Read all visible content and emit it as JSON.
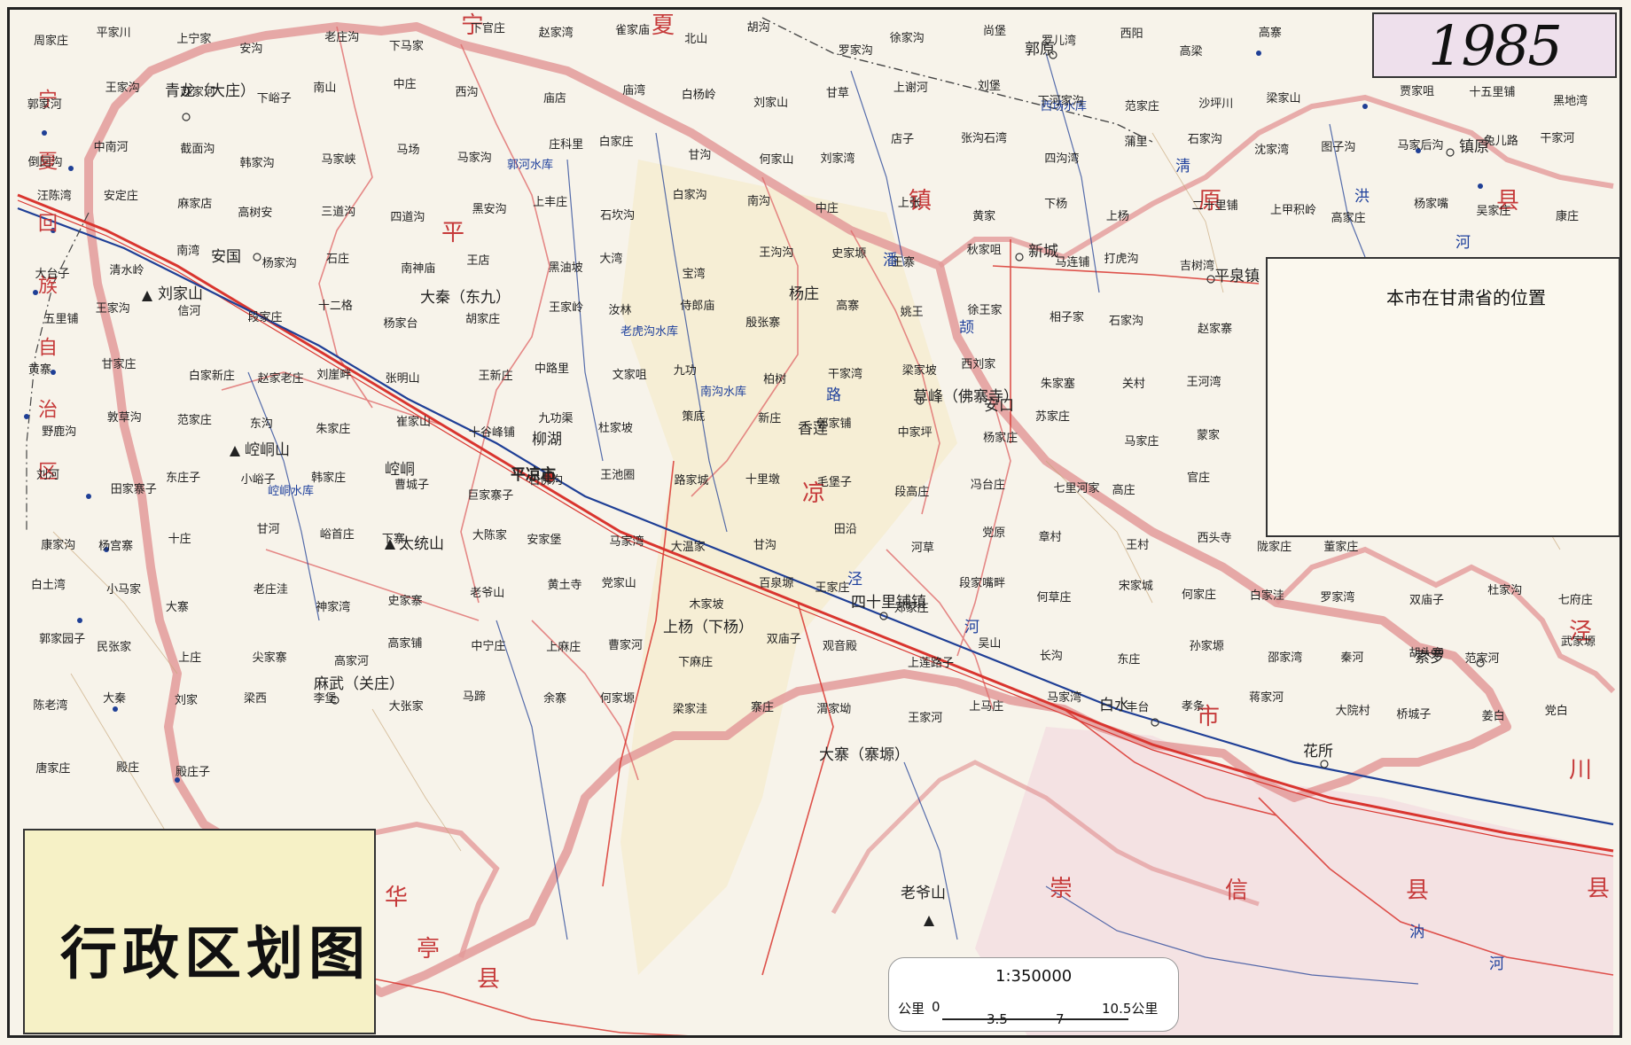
{
  "year": "1985",
  "title": "行政区划图",
  "inset": {
    "title": "本市在甘肃省的位置"
  },
  "scale": {
    "ratio": "1:350000",
    "unit_left": "公里",
    "ticks": [
      "0",
      "3.5",
      "7",
      "10.5公里"
    ]
  },
  "colors": {
    "boundary": "#e39a9a",
    "road": "#d9352f",
    "river": "#1f3f96",
    "county_line": "#7a4b8a",
    "region_label": "#c63a3a",
    "year_box": "#eee0ec",
    "title_box": "#f6f1c6"
  },
  "admin_labels": {
    "neighbors": [
      "宁",
      "夏",
      "镇",
      "原",
      "县",
      "泾",
      "川",
      "县",
      "华",
      "亭",
      "县",
      "崇",
      "信",
      "县"
    ],
    "city": [
      "平",
      "凉",
      "市"
    ],
    "left_strip": "宁夏回族自治区"
  },
  "places": {
    "city": "平凉市",
    "towns": [
      "青龙（大庄）",
      "安国",
      "麻武（关庄）",
      "柳湖",
      "草峰（佛寨寺）",
      "四十里铺镇",
      "白水",
      "花所",
      "上杨（下杨）",
      "大寨（寨塬）",
      "索罗",
      "新城",
      "郭原",
      "镇原",
      "平泉镇",
      "崆峒",
      "安口",
      "大秦（东九）",
      "香莲",
      "杨庄"
    ],
    "villages": [
      "周家庄",
      "平家川",
      "上宁家",
      "安沟",
      "老庄沟",
      "下马家",
      "下官庄",
      "赵家湾",
      "雀家庙",
      "北山",
      "胡沟",
      "罗家沟",
      "徐家沟",
      "尚堡",
      "罗儿湾",
      "西阳",
      "高梁",
      "高寨",
      "郭家河",
      "王家沟",
      "赵家河",
      "下峪子",
      "南山",
      "中庄",
      "西沟",
      "庙店",
      "庙湾",
      "白杨岭",
      "刘家山",
      "甘草",
      "上谢河",
      "刘堡",
      "下河家沟",
      "范家庄",
      "沙坪川",
      "梁家山",
      "贾家咀",
      "十五里铺",
      "黑地湾",
      "倒回沟",
      "中南河",
      "截面沟",
      "韩家沟",
      "马家峡",
      "马场",
      "马家沟",
      "庄科里",
      "白家庄",
      "甘沟",
      "何家山",
      "刘家湾",
      "店子",
      "张沟石湾",
      "四沟湾",
      "蒲里",
      "石家沟",
      "沈家湾",
      "图子沟",
      "马家后沟",
      "兔儿路",
      "干家河",
      "汪陈湾",
      "安定庄",
      "麻家店",
      "高树安",
      "三道沟",
      "四道沟",
      "黑安沟",
      "上丰庄",
      "石坎沟",
      "白家沟",
      "南沟",
      "中庄",
      "上张",
      "黄家",
      "下杨",
      "上杨",
      "二十里铺",
      "上甲积岭",
      "高家庄",
      "杨家嘴",
      "吴家庄",
      "康庄",
      "大台子",
      "清水岭",
      "南湾",
      "杨家沟",
      "石庄",
      "南神庙",
      "王店",
      "黑油坡",
      "大湾",
      "宝湾",
      "王沟沟",
      "史家塬",
      "王寨",
      "秋家咀",
      "马连铺",
      "打虎沟",
      "吉树湾",
      "五里铺",
      "王家沟",
      "信河",
      "段家庄",
      "十二格",
      "杨家台",
      "胡家庄",
      "王家岭",
      "汝林",
      "侍郎庙",
      "殷张寨",
      "高寨",
      "姚王",
      "徐王家",
      "相子家",
      "石家沟",
      "赵家寨",
      "黄寨",
      "甘家庄",
      "白家新庄",
      "赵家老庄",
      "刘崖畔",
      "张明山",
      "王新庄",
      "中路里",
      "文家咀",
      "九功",
      "柏树",
      "干家湾",
      "梁家坡",
      "西刘家",
      "朱家塞",
      "关村",
      "王河湾",
      "野鹿沟",
      "敦草沟",
      "范家庄",
      "东沟",
      "朱家庄",
      "崔家山",
      "十谷峰铺",
      "九功渠",
      "杜家坡",
      "策底",
      "新庄",
      "郭家铺",
      "中家坪",
      "杨家庄",
      "苏家庄",
      "马家庄",
      "蒙家",
      "刘河",
      "田家寨子",
      "东庄子",
      "小峪子",
      "韩家庄",
      "曹城子",
      "巨家寨子",
      "石佛沟",
      "王池圈",
      "路家城",
      "十里墩",
      "毛堡子",
      "段高庄",
      "冯台庄",
      "七里河家",
      "高庄",
      "官庄",
      "康家沟",
      "杨宫寨",
      "十庄",
      "甘河",
      "峪首庄",
      "下寨",
      "大陈家",
      "安家堡",
      "马家湾",
      "大温家",
      "甘沟",
      "田沿",
      "河草",
      "党原",
      "章村",
      "王村",
      "西头寺",
      "陇家庄",
      "董家庄",
      "白土湾",
      "小马家",
      "大寨",
      "老庄洼",
      "神家湾",
      "史家寨",
      "老爷山",
      "黄土寺",
      "党家山",
      "木家坡",
      "百泉塬",
      "王家庄",
      "郑家庄",
      "段家嘴畔",
      "何草庄",
      "宋家城",
      "何家庄",
      "白家洼",
      "罗家湾",
      "双庙子",
      "杜家沟",
      "七府庄",
      "郭家园子",
      "民张家",
      "上庄",
      "尖家寨",
      "高家河",
      "高家铺",
      "中宁庄",
      "上麻庄",
      "曹家河",
      "下麻庄",
      "双庙子",
      "观音殿",
      "上莲路子",
      "吴山",
      "长沟",
      "东庄",
      "孙家塬",
      "邵家湾",
      "秦河",
      "胡头寨",
      "范家河",
      "武家塬",
      "陈老湾",
      "大秦",
      "刘家",
      "梁西",
      "李堡",
      "大张家",
      "马蹄",
      "余寨",
      "何家塬",
      "梁家洼",
      "寨庄",
      "渭家坳",
      "王家河",
      "上马庄",
      "马家湾",
      "丰台",
      "孝条",
      "蒋家河",
      "大院村",
      "桥城子",
      "姜白",
      "党白",
      "唐家庄",
      "殿庄",
      "殿庄子"
    ],
    "mountains": [
      "刘家山",
      "崆峒山",
      "太统山",
      "老爷山"
    ],
    "reservoirs": [
      "崆峒水库",
      "郭河水库",
      "西场水库",
      "南沟水库",
      "老虎沟水库"
    ],
    "rivers": [
      "泾",
      "河",
      "潘",
      "颉",
      "路",
      "淸",
      "洪",
      "河",
      "汭",
      "河"
    ]
  }
}
